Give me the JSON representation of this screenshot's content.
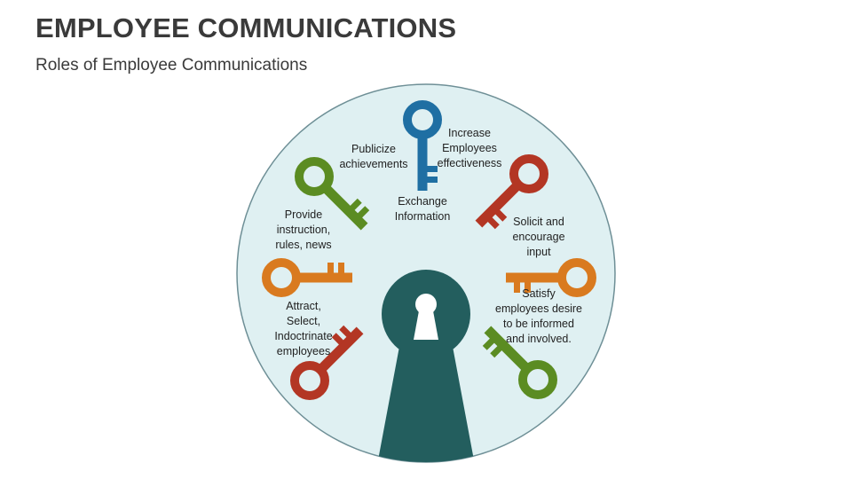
{
  "header": {
    "title": "EMPLOYEE COMMUNICATIONS",
    "subtitle": "Roles of Employee Communications"
  },
  "colors": {
    "circle_fill": "#dff0f2",
    "circle_stroke": "#6e8f96",
    "keyhole": "#235e5e",
    "blue": "#1f6fa3",
    "green": "#5b8c22",
    "red": "#b33624",
    "orange": "#d97a1f"
  },
  "labels": {
    "exchange": "Exchange\nInformation",
    "publicize": "Publicize\nachievements",
    "increase": "Increase\nEmployees\neffectiveness",
    "provide": "Provide\ninstruction,\nrules, news",
    "solicit": "Solicit and\nencourage\ninput",
    "attract": "Attract,\nSelect,\nIndoctrinate\nemployees",
    "satisfy": "Satisfy\nemployees desire\nto be informed\nand involved."
  },
  "keys": [
    {
      "id": "blue-key",
      "color": "blue",
      "icon": "key-icon"
    },
    {
      "id": "green-top-key",
      "color": "green",
      "icon": "key-icon"
    },
    {
      "id": "red-top-key",
      "color": "red",
      "icon": "key-icon"
    },
    {
      "id": "orange-left-key",
      "color": "orange",
      "icon": "key-icon"
    },
    {
      "id": "orange-right-key",
      "color": "orange",
      "icon": "key-icon"
    },
    {
      "id": "red-bottom-key",
      "color": "red",
      "icon": "key-icon"
    },
    {
      "id": "green-bottom-key",
      "color": "green",
      "icon": "key-icon"
    }
  ]
}
